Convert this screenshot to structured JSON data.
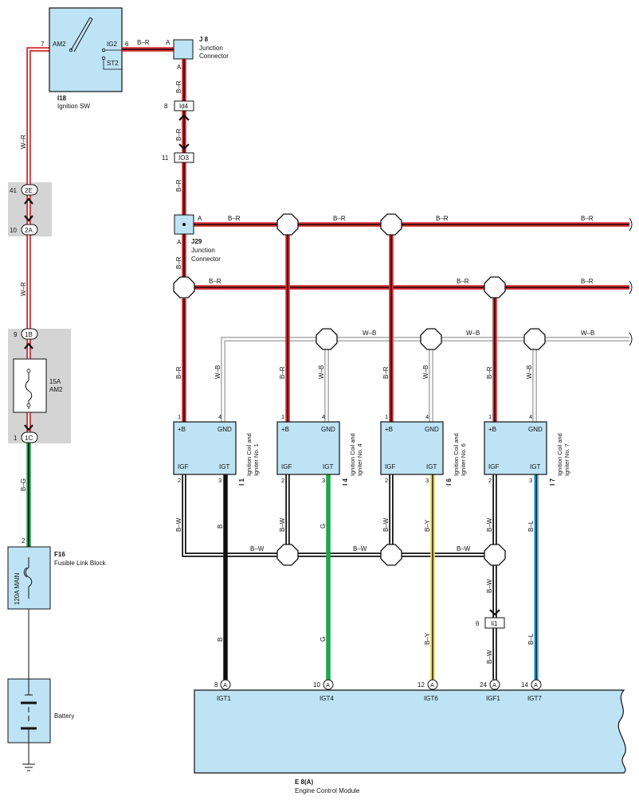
{
  "colors": {
    "red": "#d9262b",
    "white": "#ffffff",
    "black": "#111111",
    "green": "#1aa84a",
    "yellow": "#e6d65a",
    "blue": "#3aa7df",
    "box_fill": "#bde3f4",
    "gray_band": "#d4d4d4"
  },
  "ignition_switch": {
    "id": "I18",
    "name": "Ignition SW",
    "am2_label": "AM2",
    "ig2_label": "IG2",
    "st2_label": "ST2",
    "pin_left": "7",
    "pin_right": "6",
    "wire_out": "B–R",
    "connector_letter": "A"
  },
  "junction_j8": {
    "id": "J 8",
    "line1": "Junction",
    "line2": "Connector",
    "pin_a_top": "A",
    "pin_a_bottom": "A"
  },
  "junction_j29": {
    "id": "J29",
    "line1": "Junction",
    "line2": "Connector",
    "pin_a_right": "A",
    "pin_a_bottom": "A"
  },
  "inline_connectors": {
    "id4": {
      "label": "Id4",
      "pin": "8"
    },
    "io3": {
      "label": "IO3",
      "pin": "11"
    },
    "ii1": {
      "label": "Ii1",
      "pin": "6"
    },
    "c2e": {
      "label": "2E",
      "pin": "41"
    },
    "c2a": {
      "label": "2A",
      "pin": "10"
    },
    "c1b": {
      "label": "1B",
      "pin": "9"
    },
    "c1c": {
      "label": "1C",
      "pin": "1"
    }
  },
  "fuse": {
    "amp": "15A",
    "name": "AM2"
  },
  "fusible_link": {
    "id": "F16",
    "name": "Fusible Link Block",
    "rating": "120A MAIN",
    "pin": "2"
  },
  "battery": {
    "name": "Battery"
  },
  "ecm": {
    "id": "E 8(A)",
    "name": "Engine Control Module",
    "connector_letter": "A"
  },
  "wire_labels": {
    "w_r": "W–R",
    "b_r": "B–R",
    "w_b": "W–B",
    "b_w": "B–W",
    "b_g": "B–G",
    "b": "B",
    "g": "G",
    "b_y": "B–Y",
    "b_l": "B–L"
  },
  "coils": [
    {
      "id": "I 1",
      "line1": "Ignition Coil and",
      "line2": "Igniter No. 1",
      "pin_b": "1",
      "pin_gnd": "4",
      "pin_igf": "2",
      "pin_igt": "3",
      "b_label": "+B",
      "gnd_label": "GND",
      "igf_label": "IGF",
      "igt_label": "IGT",
      "igt_wire": "B",
      "ecm_pin": "8",
      "ecm_signal": "IGT1"
    },
    {
      "id": "I 4",
      "line1": "Ignition Coil and",
      "line2": "Igniter No. 4",
      "pin_b": "1",
      "pin_gnd": "4",
      "pin_igf": "2",
      "pin_igt": "3",
      "b_label": "+B",
      "gnd_label": "GND",
      "igf_label": "IGF",
      "igt_label": "IGT",
      "igt_wire": "G",
      "ecm_pin": "10",
      "ecm_signal": "IGT4"
    },
    {
      "id": "I 6",
      "line1": "Ignition Coil and",
      "line2": "Igniter No. 6",
      "pin_b": "1",
      "pin_gnd": "4",
      "pin_igf": "2",
      "pin_igt": "3",
      "b_label": "+B",
      "gnd_label": "GND",
      "igf_label": "IGF",
      "igt_label": "IGT",
      "igt_wire": "B–Y",
      "ecm_pin": "12",
      "ecm_signal": "IGT6"
    },
    {
      "id": "I 7",
      "line1": "Ignition Coil and",
      "line2": "Igniter No. 7",
      "pin_b": "1",
      "pin_gnd": "4",
      "pin_igf": "2",
      "pin_igt": "3",
      "b_label": "+B",
      "gnd_label": "GND",
      "igf_label": "IGF",
      "igt_label": "IGT",
      "igt_wire": "B–L",
      "ecm_pin": "14",
      "ecm_signal": "IGT7"
    }
  ],
  "igf_ecm": {
    "pin": "24",
    "signal": "IGF1"
  }
}
